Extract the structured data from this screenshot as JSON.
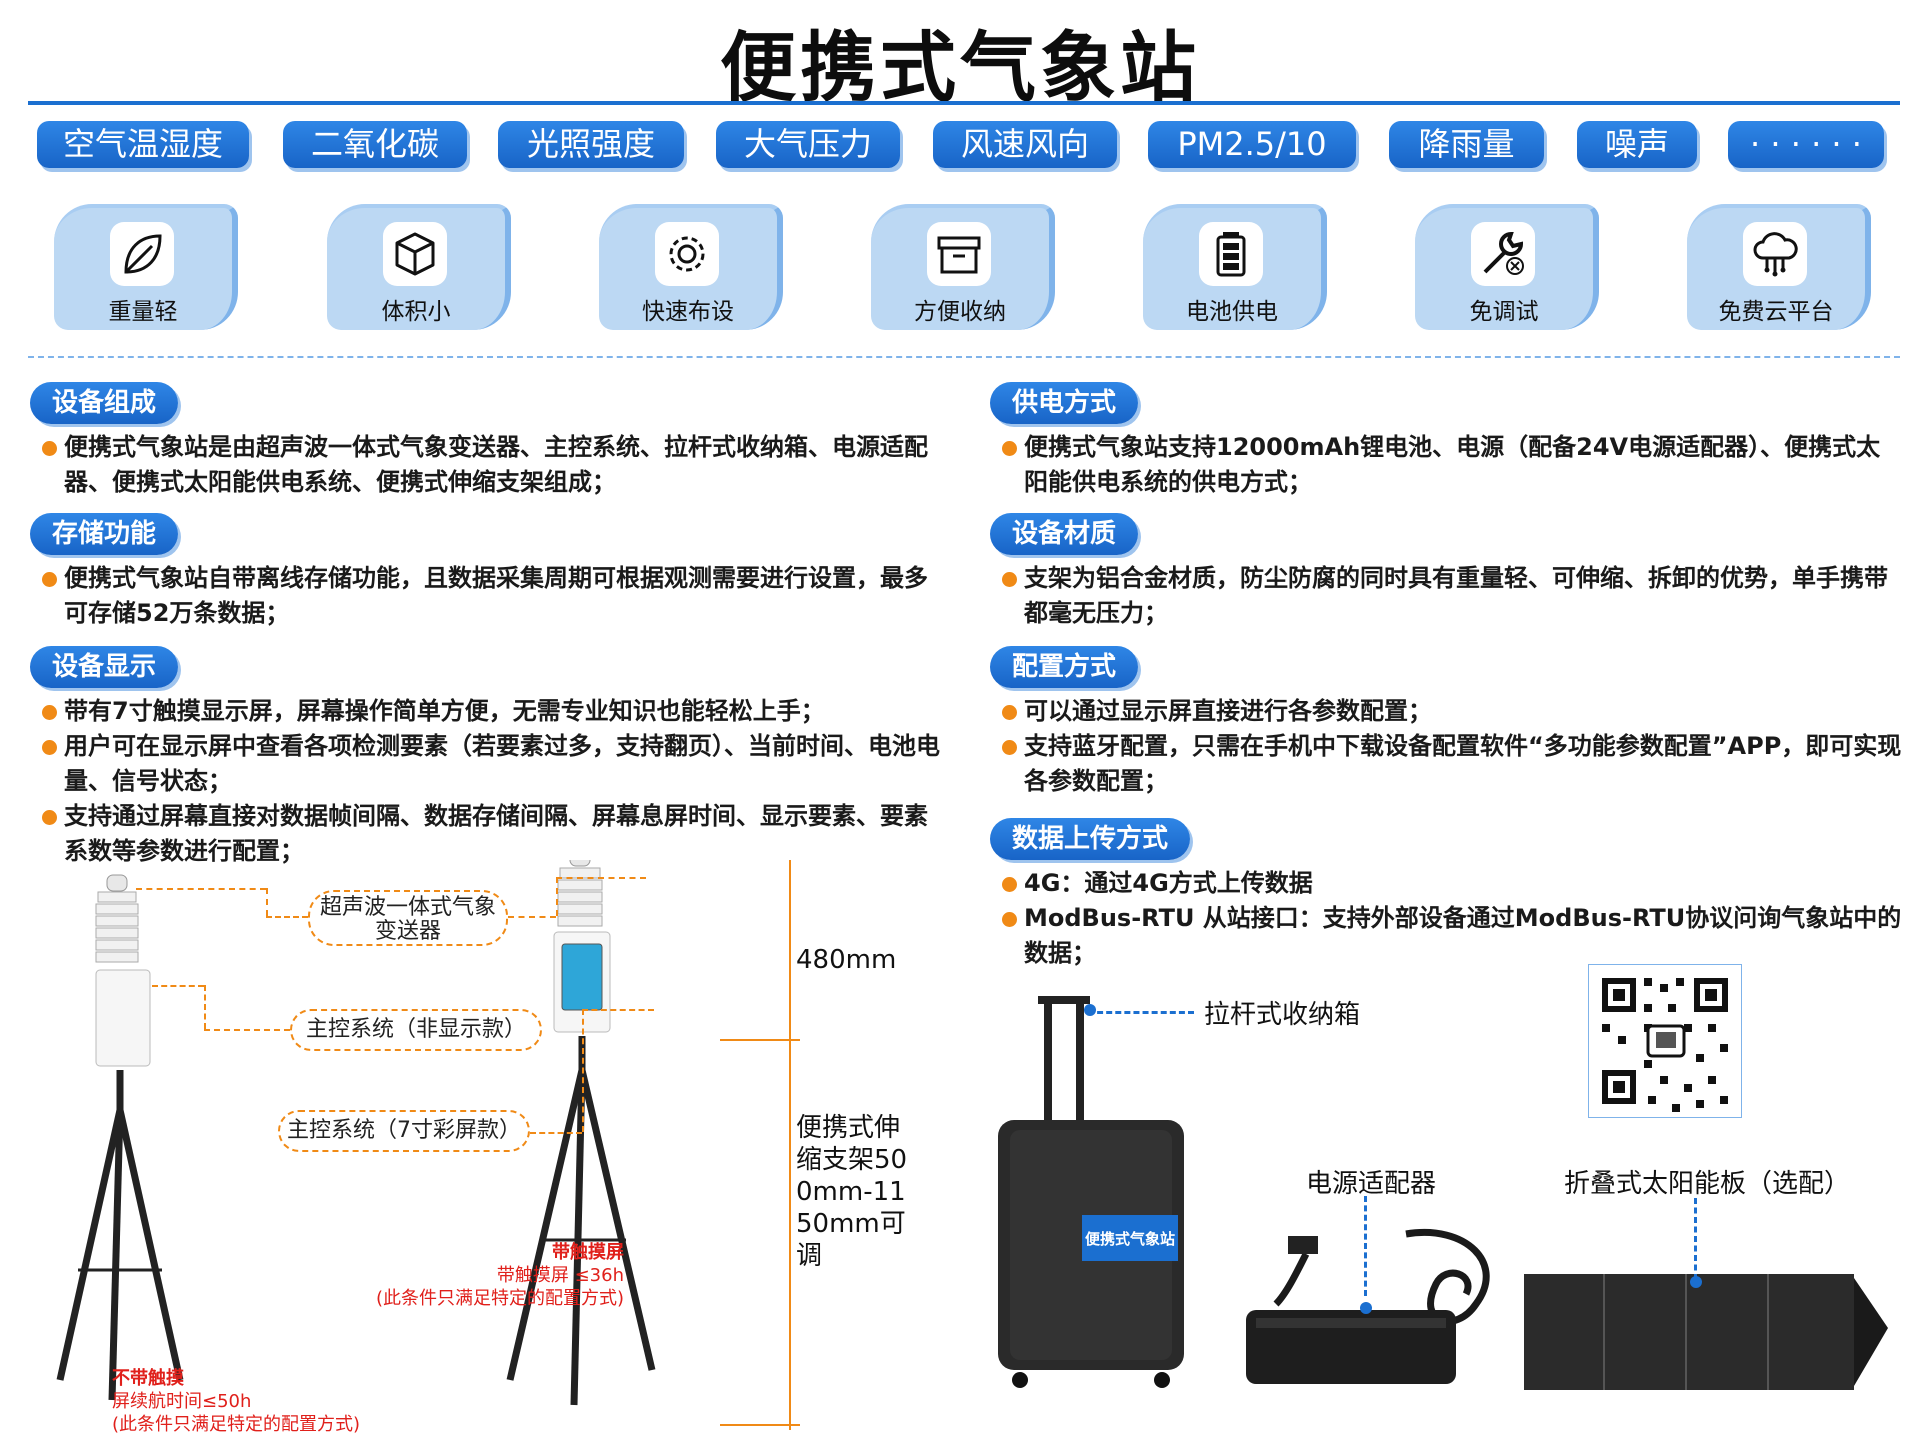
{
  "title": "便携式气象站",
  "params": [
    "空气温湿度",
    "二氧化碳",
    "光照强度",
    "大气压力",
    "风速风向",
    "PM2.5/10",
    "降雨量",
    "噪声",
    "· · · · · ·"
  ],
  "features": [
    {
      "label": "重量轻",
      "icon": "leaf-icon"
    },
    {
      "label": "体积小",
      "icon": "cube-icon"
    },
    {
      "label": "快速布设",
      "icon": "gear-icon"
    },
    {
      "label": "方便收纳",
      "icon": "storage-box-icon"
    },
    {
      "label": "电池供电",
      "icon": "battery-icon"
    },
    {
      "label": "免调试",
      "icon": "wrench-icon"
    },
    {
      "label": "免费云平台",
      "icon": "cloud-icon"
    }
  ],
  "left": {
    "composition": {
      "tag": "设备组成",
      "items": [
        "便携式气象站是由超声波一体式气象变送器、主控系统、拉杆式收纳箱、电源适配器、便携式太阳能供电系统、便携式伸缩支架组成；"
      ]
    },
    "storage": {
      "tag": "存储功能",
      "items": [
        "便携式气象站自带离线存储功能，且数据采集周期可根据观测需要进行设置，最多可存储52万条数据；"
      ]
    },
    "display": {
      "tag": "设备显示",
      "items": [
        "带有7寸触摸显示屏，屏幕操作简单方便，无需专业知识也能轻松上手；",
        "用户可在显示屏中查看各项检测要素（若要素过多，支持翻页）、当前时间、电池电量、信号状态；",
        "支持通过屏幕直接对数据帧间隔、数据存储间隔、屏幕息屏时间、显示要素、要素系数等参数进行配置；"
      ]
    }
  },
  "right": {
    "power": {
      "tag": "供电方式",
      "items": [
        "便携式气象站支持12000mAh锂电池、电源（配备24V电源适配器）、便携式太阳能供电系统的供电方式；"
      ]
    },
    "material": {
      "tag": "设备材质",
      "items": [
        "支架为铝合金材质，防尘防腐的同时具有重量轻、可伸缩、拆卸的优势，单手携带都毫无压力；"
      ]
    },
    "config": {
      "tag": "配置方式",
      "items": [
        "可以通过显示屏直接进行各参数配置；",
        "支持蓝牙配置，只需在手机中下载设备配置软件“多功能参数配置”APP，即可实现各参数配置；"
      ]
    },
    "upload": {
      "tag": "数据上传方式",
      "items": [
        "4G：通过4G方式上传数据",
        "ModBus-RTU 从站接口：支持外部设备通过ModBus-RTU协议问询气象站中的数据；"
      ]
    }
  },
  "diagram": {
    "callout_sensor": "超声波一体式气象变送器",
    "callout_main_nodisplay": "主控系统（非显示款）",
    "callout_main_display": "主控系统（7寸彩屏款）",
    "height": "480mm",
    "tripod": "便携式伸缩支架500mm-1150mm可调",
    "touch_title": "带触摸屏",
    "touch_line1": "带触摸屏 ≤36h",
    "touch_line2": "(此条件只满足特定的配置方式)",
    "notouch_title": "不带触摸",
    "notouch_line1": "屏续航时间≤50h",
    "notouch_line2": "(此条件只满足特定的配置方式)"
  },
  "products": {
    "suitcase": "拉杆式收纳箱",
    "suitcase_print": "便携式气象站",
    "adapter": "电源适配器",
    "solar": "折叠式太阳能板（选配）"
  },
  "colors": {
    "accent": "#1b6fd0",
    "bullet": "#f08a16",
    "warning": "#e0201b",
    "card": "#bcd8f3"
  }
}
